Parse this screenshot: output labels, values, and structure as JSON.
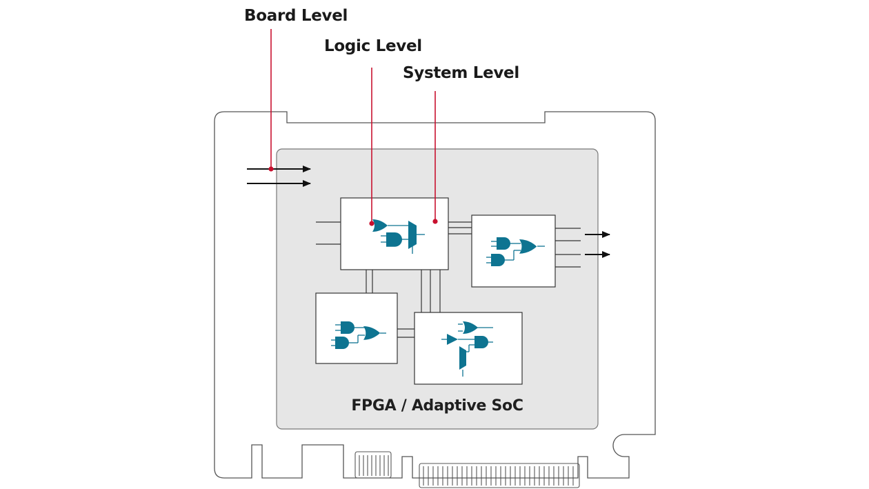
{
  "labels": {
    "board": "Board Level",
    "logic": "Logic Level",
    "system": "System Level"
  },
  "chip": {
    "label": "FPGA / Adaptive SoC"
  },
  "colors": {
    "accent_red": "#c8102e",
    "gate_teal": "#0e7491",
    "chip_fill": "#e6e6e6",
    "outline": "#444444"
  },
  "icons": [
    "or-gate-icon",
    "and-gate-icon",
    "mux-icon",
    "buffer-icon",
    "arrow-icon"
  ]
}
